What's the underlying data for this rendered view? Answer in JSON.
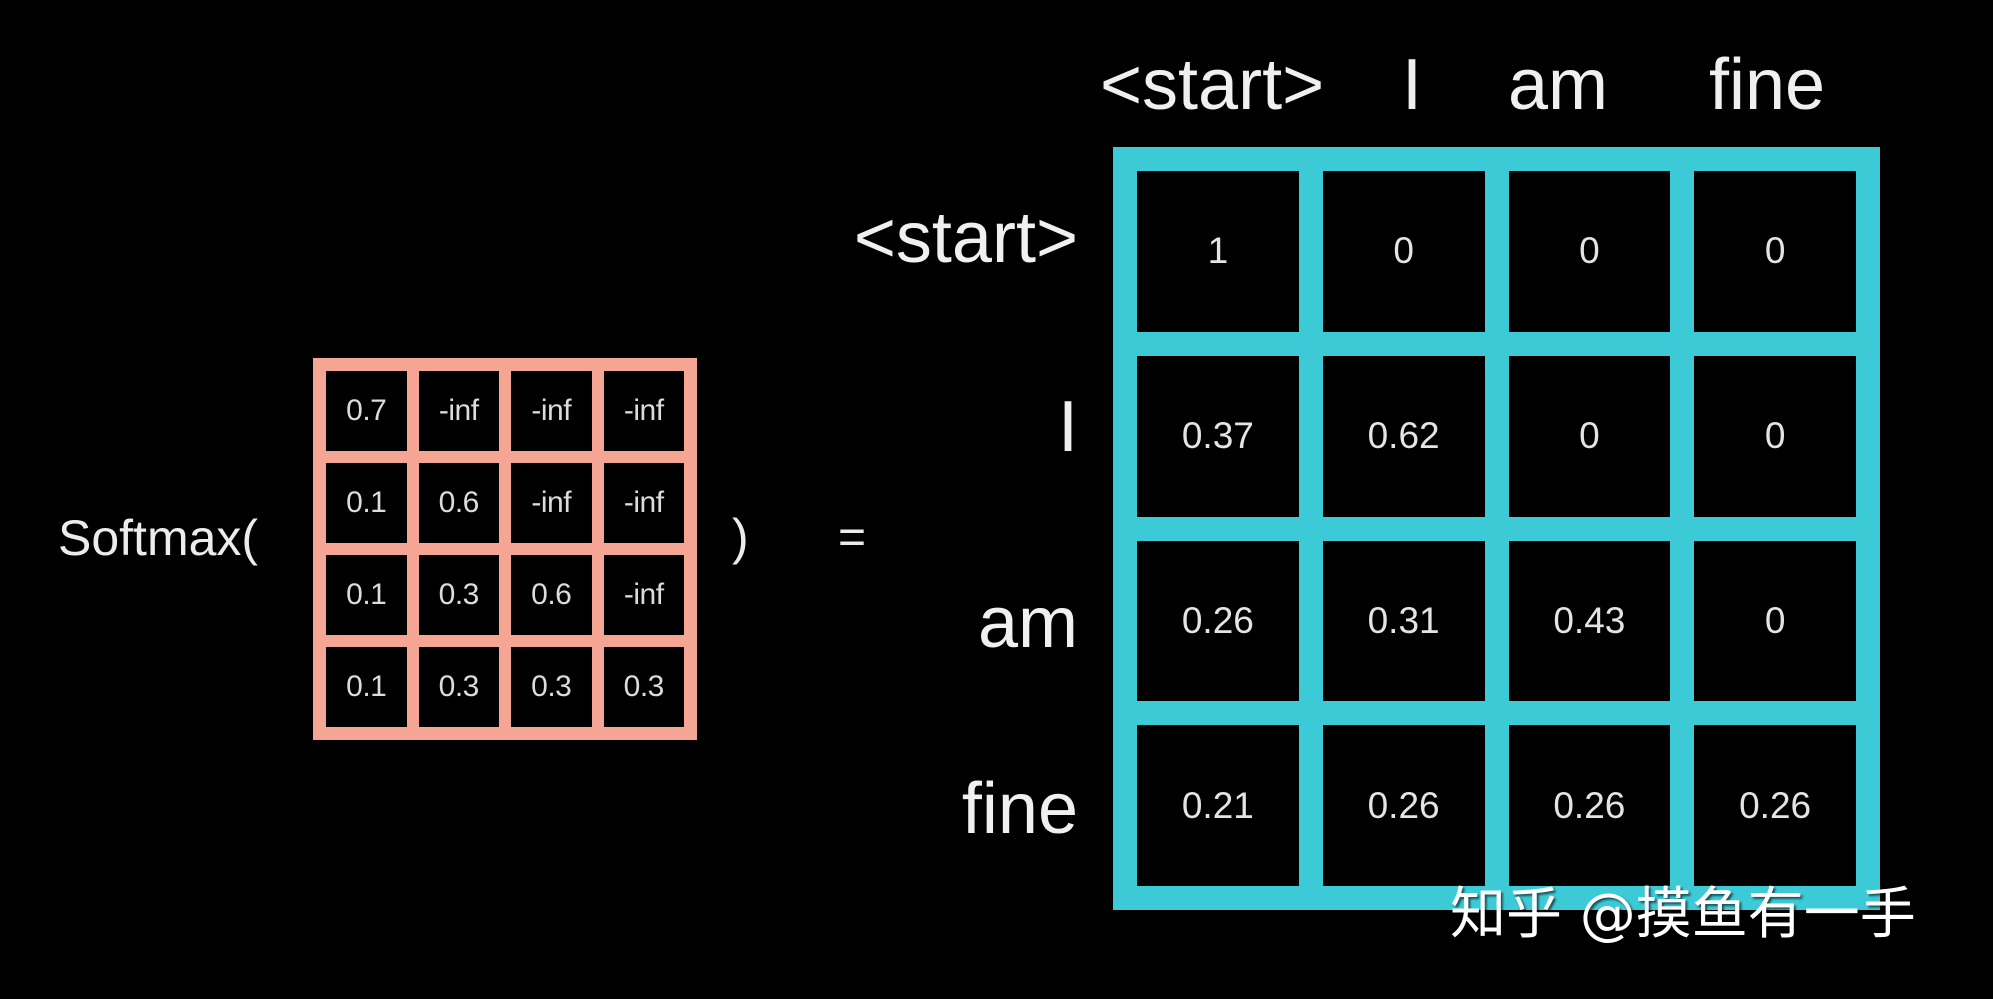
{
  "equation": {
    "function_label": "Softmax(",
    "close_paren": ")",
    "equals": "="
  },
  "input_matrix": {
    "border_color": "#f4a594",
    "rows": [
      [
        "0.7",
        "-inf",
        "-inf",
        "-inf"
      ],
      [
        "0.1",
        "0.6",
        "-inf",
        "-inf"
      ],
      [
        "0.1",
        "0.3",
        "0.6",
        "-inf"
      ],
      [
        "0.1",
        "0.3",
        "0.3",
        "0.3"
      ]
    ]
  },
  "output_matrix": {
    "border_color": "#3ccad6",
    "column_labels": [
      "<start>",
      "I",
      "am",
      "fine"
    ],
    "row_labels": [
      "<start>",
      "I",
      "am",
      "fine"
    ],
    "rows": [
      [
        "1",
        "0",
        "0",
        "0"
      ],
      [
        "0.37",
        "0.62",
        "0",
        "0"
      ],
      [
        "0.26",
        "0.31",
        "0.43",
        "0"
      ],
      [
        "0.21",
        "0.26",
        "0.26",
        "0.26"
      ]
    ]
  },
  "watermark": {
    "text": "知乎 @摸鱼有一手"
  }
}
